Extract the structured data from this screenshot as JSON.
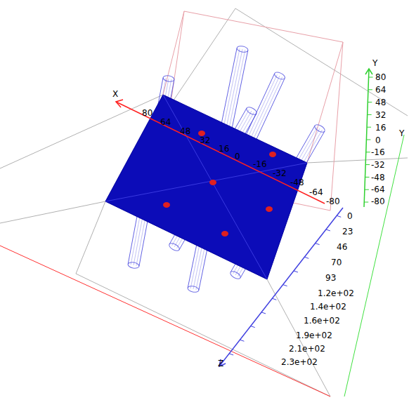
{
  "diagram": {
    "labels": [
      "X",
      "80",
      "64",
      "48",
      "32",
      "16",
      "0",
      "-16",
      "-32",
      "-48",
      "-64",
      "-80",
      "Y",
      "80",
      "64",
      "48",
      "32",
      "16",
      "0",
      "-16",
      "-32",
      "-48",
      "-64",
      "-80",
      "Y",
      "0",
      "23",
      "46",
      "70",
      "93",
      "1.2e+02",
      "1.4e+02",
      "1.6e+02",
      "1.9e+02",
      "2.1e+02",
      "2.3e+02",
      "Z"
    ]
  }
}
